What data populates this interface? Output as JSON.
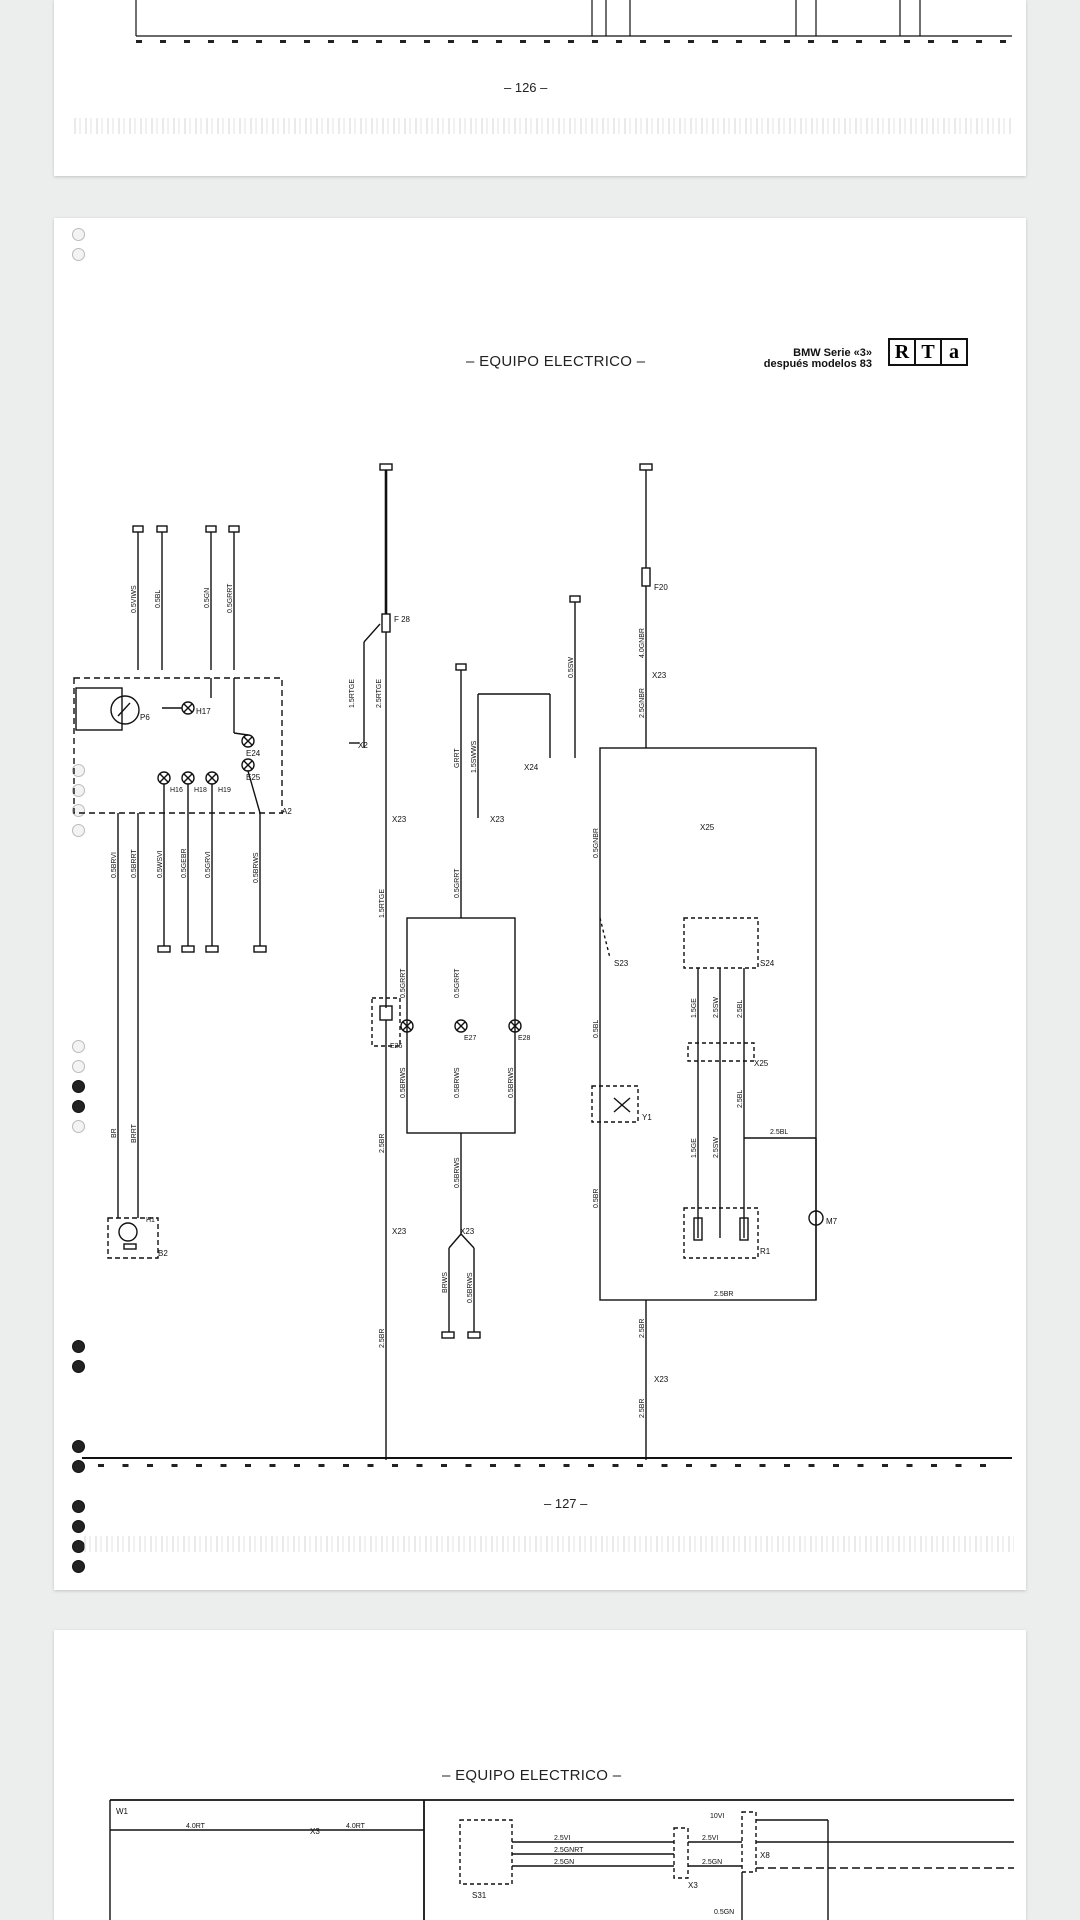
{
  "pages": [
    {
      "page_number": "– 126 –"
    },
    {
      "page_number": "– 127 –",
      "header": "– EQUIPO ELECTRICO –",
      "model_line1": "BMW Serie «3»",
      "model_line2": "después modelos 83",
      "logo_letters": [
        "R",
        "T",
        "a"
      ]
    },
    {
      "header": "– EQUIPO ELECTRICO –"
    }
  ],
  "schematic_labels": {
    "F28": "F 28",
    "F20": "F20",
    "X23": "X23",
    "X24": "X24",
    "X25": "X25",
    "X2": "X2",
    "P6": "P6",
    "H17": "H17",
    "E24": "E24",
    "E25": "E25",
    "H16": "H16",
    "H18": "H18",
    "H19": "H19",
    "A2": "A2",
    "E26": "E26",
    "E27": "E27",
    "E28": "E28",
    "S23": "S23",
    "S24": "S24",
    "Y1": "Y1",
    "H1": "H1",
    "B2": "B2",
    "R1": "R1",
    "M7": "M7",
    "w_05VIWS": "0.5VIWS",
    "w_05BL": "0.5BL",
    "w_05GN": "0.5GN",
    "w_05GRRT": "0.5GRRT",
    "w_15RTGE": "1.5RTGE",
    "w_25RTGE": "2.5RTGE",
    "w_05GRRT2": "0.5GRRT",
    "w_GRRT": "GRRT",
    "w_15SWWS": "1.5SWWS",
    "w_05SW": "0.5SW",
    "w_4SGNBR": "4.0GNBR",
    "w_25GNBR": "2.5GNBR",
    "w_05GNBR": "0.5GNBR",
    "w_05BRVI": "0.5BRVI",
    "w_05BRRT": "0.5BRRT",
    "w_05WSVI": "0.5WSVI",
    "w_05GEBR": "0.5GEBR",
    "w_05GRVI": "0.5GRVI",
    "w_05BRWS": "0.5BRWS",
    "w_25BR": "2.5BR",
    "w_05SBRWS": "0.5BRWS",
    "w_BRWS": "BRWS",
    "w_05BL2": "0.5BL",
    "w_05BR": "0.5BR",
    "w_15GE": "1.5GE",
    "w_25SW": "2.5SW",
    "w_25BL": "2.5BL",
    "w_25BR2": "2.5BR",
    "w_BR": "BR",
    "w_BRRT": "BRRT"
  },
  "page3_labels": {
    "W1": "W1",
    "w_4ORT": "4.0RT",
    "X3": "X3",
    "w_4ORT2": "4.0RT",
    "S31": "S31",
    "w_25VI": "2.5VI",
    "w_25GNRT": "2.5GNRT",
    "w_25GN": "2.5GN",
    "w_10VI": "10VI",
    "w_25VI2": "2.5VI",
    "w_25GN2": "2.5GN",
    "X8": "X8",
    "X3b": "X3",
    "w_05GN": "0.5GN"
  },
  "colors": {
    "background": "#eceded",
    "page": "#ffffff",
    "ink": "#111111"
  }
}
